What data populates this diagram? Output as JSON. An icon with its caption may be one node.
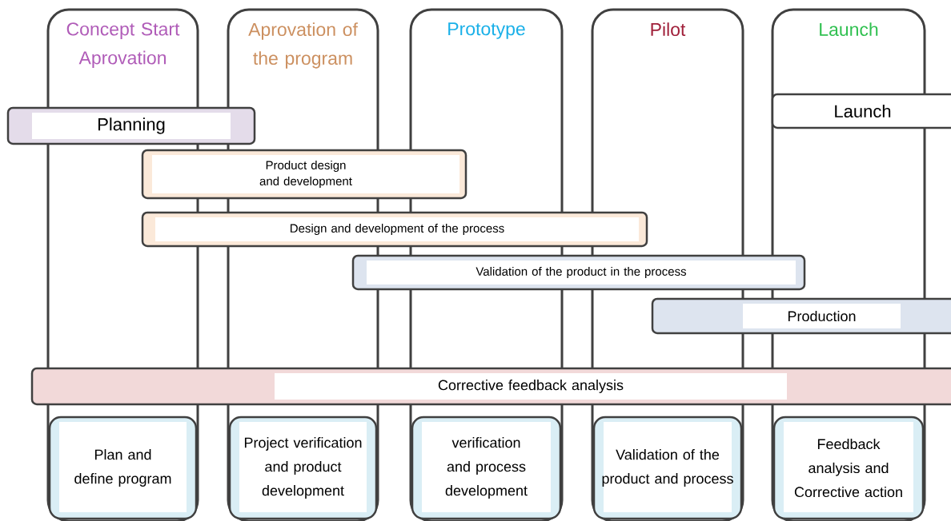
{
  "diagram": {
    "nodes": [
      {
        "text": [
          "Concept Start Aprovation"
        ]
      },
      {
        "text": [
          "Aprovation of the program"
        ]
      },
      {
        "text": [
          "Prototype"
        ]
      },
      {
        "text": [
          "Pilot"
        ]
      },
      {
        "text": [
          "Launch"
        ]
      },
      {
        "text": [
          "Planning"
        ]
      },
      {
        "text": [
          "Launch"
        ]
      },
      {
        "text": [
          "Product design and development"
        ]
      },
      {
        "text": [
          "Design and development of the process"
        ]
      },
      {
        "text": [
          "Validation of the product in the process"
        ]
      },
      {
        "text": [
          "Production"
        ]
      },
      {
        "text": [
          "Corrective feedback analysis"
        ]
      },
      {
        "text": [
          "Plan and define program"
        ],
        "in": 0
      },
      {
        "text": [
          "Project verification and product development"
        ],
        "in": 1
      },
      {
        "text": [
          "verification and process development"
        ],
        "in": 2
      },
      {
        "text": [
          "Validation of the product and process"
        ],
        "in": 3
      },
      {
        "text": [
          "Feedback analysis and Corrective action"
        ],
        "in": 4
      }
    ],
    "edges": []
  }
}
